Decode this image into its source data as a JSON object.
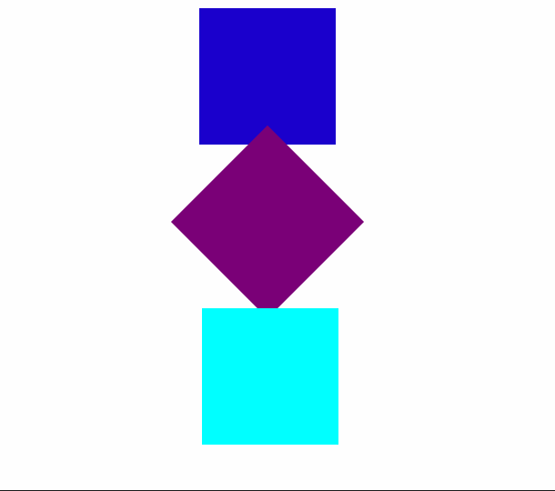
{
  "canvas": {
    "background": "#fefefe",
    "edge_color": "#1a1a1a"
  },
  "shapes": [
    {
      "name": "blue-square",
      "kind": "square",
      "color": "#1a00cc"
    },
    {
      "name": "purple-diamond",
      "kind": "diamond",
      "color": "#7a0077"
    },
    {
      "name": "cyan-square",
      "kind": "square",
      "color": "#00ffff"
    }
  ]
}
